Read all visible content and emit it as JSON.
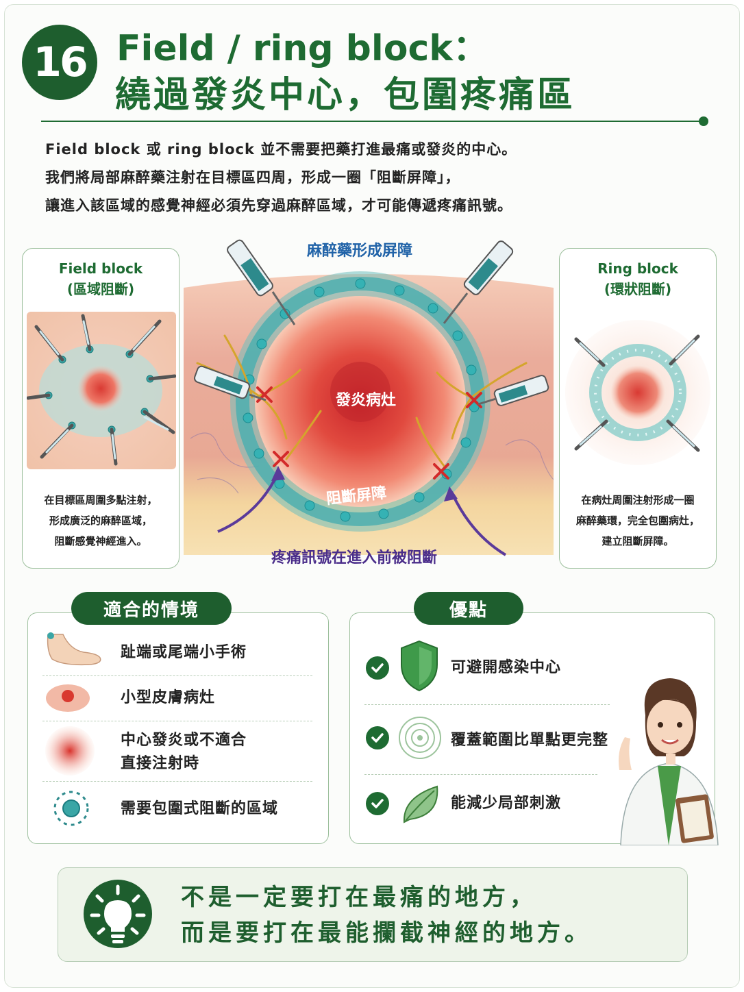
{
  "header": {
    "number": "16",
    "title_line1": "Field / ring block：",
    "title_line2": "繞過發炎中心，包圍疼痛區"
  },
  "intro": [
    "Field block 或 ring block 並不需要把藥打進最痛或發炎的中心。",
    "我們將局部麻醉藥注射在目標區四周，形成一圈「阻斷屏障」，",
    "讓進入該區域的感覺神經必須先穿過麻醉區域，才可能傳遞疼痛訊號。"
  ],
  "field_card": {
    "title_en": "Field block",
    "title_zh": "(區域阻斷)",
    "desc": [
      "在目標區周圍多點注射，",
      "形成廣泛的麻醉區域，",
      "阻斷感覺神經進入。"
    ]
  },
  "ring_card": {
    "title_en": "Ring block",
    "title_zh": "(環狀阻斷)",
    "desc": [
      "在病灶周圍注射形成一圈",
      "麻醉藥環，完全包圍病灶，",
      "建立阻斷屏障。"
    ]
  },
  "diagram": {
    "label_top": "麻醉藥形成屏障",
    "label_core": "發炎病灶",
    "label_barrier": "阻斷屏障",
    "label_bottom": "疼痛訊號在進入前被阻斷"
  },
  "scenarios": {
    "title": "適合的情境",
    "items": [
      {
        "icon": "foot-icon",
        "lines": [
          "趾端或尾端小手術"
        ]
      },
      {
        "icon": "skin-lesion-icon",
        "lines": [
          "小型皮膚病灶"
        ]
      },
      {
        "icon": "inflammation-icon",
        "lines": [
          "中心發炎或不適合",
          "直接注射時"
        ]
      },
      {
        "icon": "ring-target-icon",
        "lines": [
          "需要包圍式阻斷的區域"
        ]
      }
    ]
  },
  "advantages": {
    "title": "優點",
    "items": [
      {
        "icon": "shield-icon",
        "text": "可避開感染中心"
      },
      {
        "icon": "concentric-circles-icon",
        "text": "覆蓋範圍比單點更完整"
      },
      {
        "icon": "leaf-icon",
        "text": "能減少局部刺激"
      }
    ]
  },
  "tip": {
    "lines": [
      "不是一定要打在最痛的地方，",
      "而是要打在最能攔截神經的地方。"
    ]
  },
  "colors": {
    "brand_green": "#1e6b32",
    "dark_green": "#1e5e2e",
    "barrier_teal": "#5cbcbc",
    "lesion_red": "#e0433d",
    "label_blue": "#2163a8",
    "label_purple": "#4a2d8a"
  }
}
